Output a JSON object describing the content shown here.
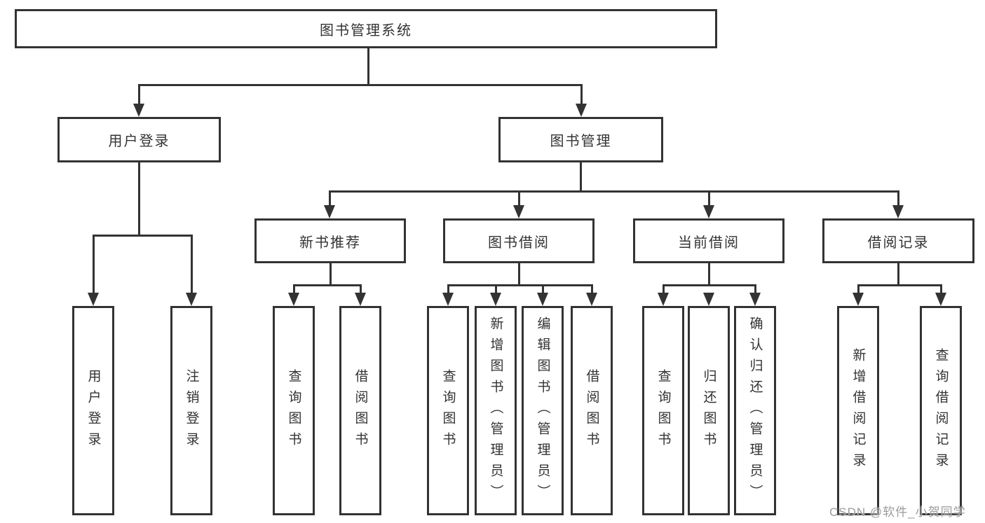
{
  "diagram": {
    "title_node": {
      "label": "图书管理系统"
    },
    "level1": [
      {
        "label": "用户登录"
      },
      {
        "label": "图书管理"
      }
    ],
    "level2": [
      {
        "label": "新书推荐",
        "parent": "图书管理"
      },
      {
        "label": "图书借阅",
        "parent": "图书管理"
      },
      {
        "label": "当前借阅",
        "parent": "图书管理"
      },
      {
        "label": "借阅记录",
        "parent": "图书管理"
      }
    ],
    "leaves": [
      {
        "label": "用户登录",
        "parent": "用户登录"
      },
      {
        "label": "注销登录",
        "parent": "用户登录"
      },
      {
        "label": "查询图书",
        "parent": "新书推荐"
      },
      {
        "label": "借阅图书",
        "parent": "新书推荐"
      },
      {
        "label": "查询图书",
        "parent": "图书借阅"
      },
      {
        "label": "新增图书（管理员）",
        "parent": "图书借阅"
      },
      {
        "label": "编辑图书（管理员）",
        "parent": "图书借阅"
      },
      {
        "label": "借阅图书",
        "parent": "图书借阅"
      },
      {
        "label": "查询图书",
        "parent": "当前借阅"
      },
      {
        "label": "归还图书",
        "parent": "当前借阅"
      },
      {
        "label": "确认归还（管理员）",
        "parent": "当前借阅"
      },
      {
        "label": "新增借阅记录",
        "parent": "借阅记录"
      },
      {
        "label": "查询借阅记录",
        "parent": "借阅记录"
      }
    ]
  },
  "watermark": {
    "text": "CSDN @软件_小贺同学"
  },
  "colors": {
    "line": "#333333",
    "text": "#333333",
    "background": "#ffffff",
    "watermark": "#9b9b9b"
  }
}
